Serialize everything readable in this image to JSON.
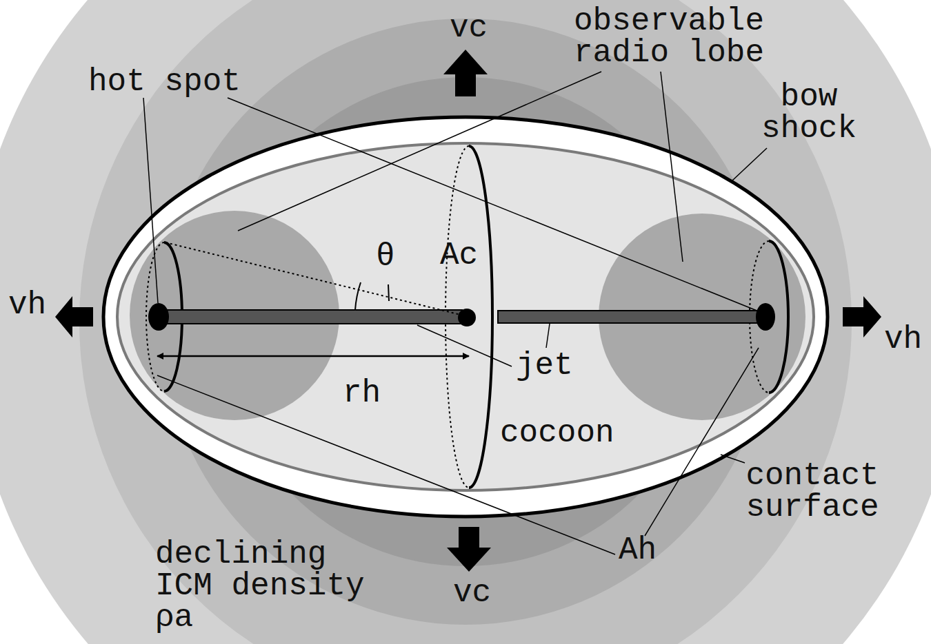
{
  "diagram": {
    "labels": [
      "vc",
      "observable radio lobe",
      "hot spot",
      "bow shock",
      "θ",
      "Ac",
      "vh",
      "vh",
      "rh",
      "jet",
      "cocoon",
      "contact surface",
      "declining ICM density ρa",
      "vc",
      "Ah"
    ]
  }
}
